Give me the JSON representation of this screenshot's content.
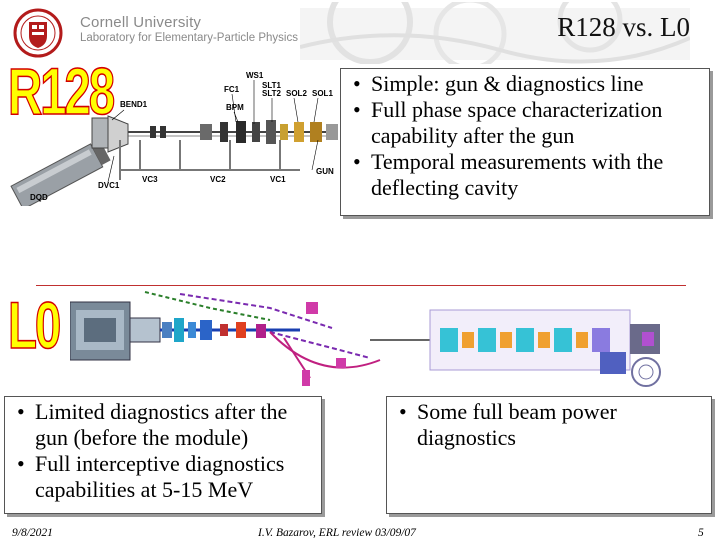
{
  "header": {
    "university": "Cornell University",
    "laboratory": "Laboratory for Elementary-Particle Physics",
    "title": "R128 vs. L0"
  },
  "section_labels": {
    "r128": "R128",
    "l0": "L0"
  },
  "r128_diagram": {
    "components": [
      "WS1",
      "FC1",
      "SLT1",
      "SLT2",
      "BPM",
      "SOL2",
      "SOL1",
      "BEND1",
      "VC3",
      "VC2",
      "VC1",
      "GUN",
      "DVC1",
      "DQD"
    ]
  },
  "bullets": {
    "r128": [
      "Simple: gun & diagnostics line",
      "Full phase space characterization capability after the gun",
      "Temporal measurements with the deflecting cavity"
    ],
    "l0_left": [
      "Limited diagnostics after the gun (before the module)",
      "Full interceptive diagnostics capabilities at 5-15 MeV"
    ],
    "l0_right": [
      "Some full beam power diagnostics"
    ]
  },
  "footer": {
    "date": "9/8/2021",
    "center": "I.V. Bazarov, ERL review 03/09/07",
    "page": "5"
  },
  "colors": {
    "label_fill": "#ffff00",
    "label_outline": "#d40000",
    "header_gray": "#8a8a8a",
    "logo_red": "#b31b1b"
  }
}
